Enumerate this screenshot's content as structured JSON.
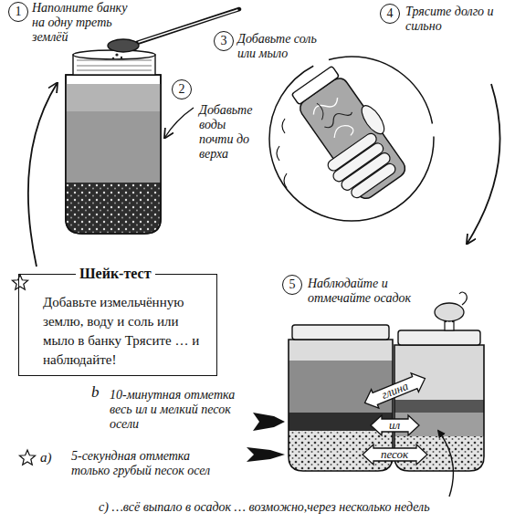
{
  "diagram": {
    "nodes": [
      {
        "text": [
          "1",
          "Наполните банку на одну треть землёй"
        ]
      },
      {
        "text": [
          "2",
          "Добавьте воды почти до верха"
        ]
      },
      {
        "text": [
          "3",
          "Добавьте соль или мыло"
        ]
      },
      {
        "text": [
          "4",
          "Трясите долго и сильно"
        ]
      },
      {
        "text": [
          "5",
          "Наблюдайте и отмечайте осадок"
        ]
      },
      {
        "text": [
          "Шейк-тест",
          "Добавьте измельчённую землю, воду и соль или мыло в банку Трясите … и наблюдайте!"
        ]
      },
      {
        "text": [
          "глина"
        ]
      },
      {
        "text": [
          "ил"
        ]
      },
      {
        "text": [
          "песок"
        ]
      }
    ],
    "labels": [
      "b",
      "10-минутная отметка весь ил и мелкий песок осели",
      "a)",
      "5-секундная отметка только грубый песок осел",
      "c) …всё выпало в осадок … возможно,через несколько недель"
    ]
  }
}
